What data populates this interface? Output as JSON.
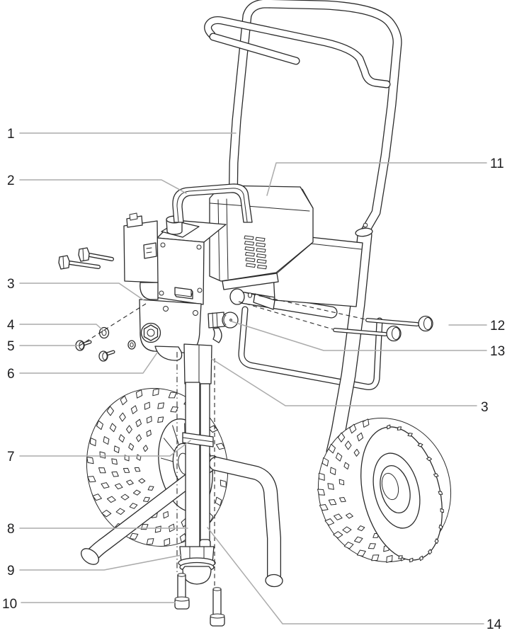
{
  "figure": {
    "description": "Line-art parts diagram of an airless paint sprayer mounted on a two-wheel cart, with numbered callouts"
  },
  "colors": {
    "background": "#ffffff",
    "line": "#2b2b2b",
    "leader": "#ababab",
    "label": "#1d1d1f"
  },
  "callouts": [
    {
      "id": "1",
      "label": "1"
    },
    {
      "id": "2",
      "label": "2"
    },
    {
      "id": "3a",
      "label": "3"
    },
    {
      "id": "4",
      "label": "4"
    },
    {
      "id": "5",
      "label": "5"
    },
    {
      "id": "6",
      "label": "6"
    },
    {
      "id": "7",
      "label": "7"
    },
    {
      "id": "8",
      "label": "8"
    },
    {
      "id": "9",
      "label": "9"
    },
    {
      "id": "10",
      "label": "10"
    },
    {
      "id": "11",
      "label": "11"
    },
    {
      "id": "12",
      "label": "12"
    },
    {
      "id": "13",
      "label": "13"
    },
    {
      "id": "3b",
      "label": "3"
    },
    {
      "id": "14",
      "label": "14"
    }
  ]
}
